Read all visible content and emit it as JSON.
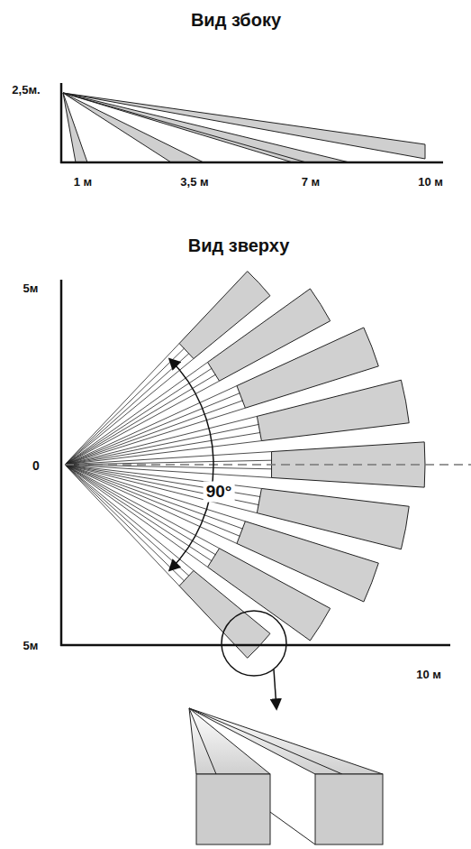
{
  "diagram": {
    "labels": [
      "Вид збоку",
      "2,5м.",
      "1 м",
      "3,5 м",
      "7 м",
      "10 м",
      "Вид зверху",
      "5м",
      "0",
      "5м",
      "90°",
      "10 м"
    ]
  }
}
